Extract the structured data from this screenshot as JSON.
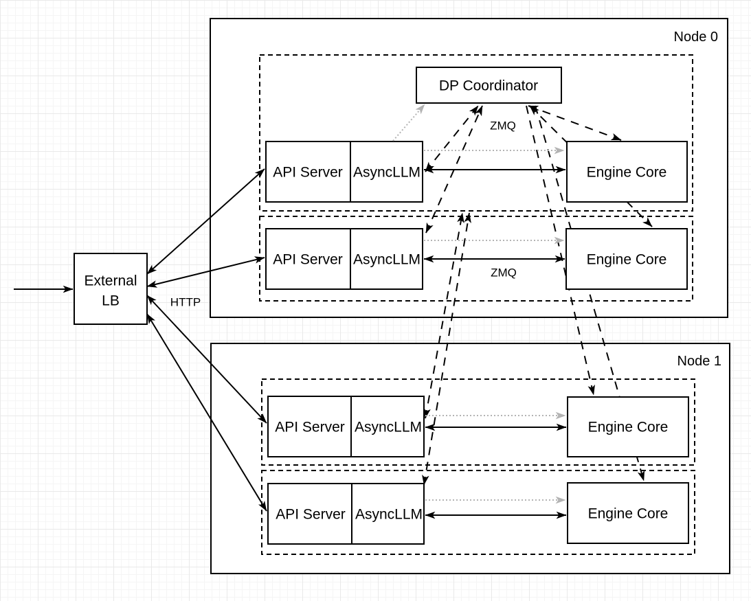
{
  "nodes": {
    "node0": {
      "label": "Node 0"
    },
    "node1": {
      "label": "Node 1"
    },
    "dp_coordinator": {
      "label": "DP Coordinator"
    },
    "external_lb": {
      "label": "External LB",
      "line1": "External",
      "line2": "LB"
    }
  },
  "cells": {
    "api_server": "API Server",
    "asyncllm": "AsyncLLM",
    "engine_core": "Engine Core"
  },
  "edge_labels": {
    "http": "HTTP",
    "zmq_coordinator": "ZMQ",
    "zmq_row2": "ZMQ"
  },
  "colors": {
    "stroke": "#000000",
    "gray_arrow": "#b3b3b3",
    "box_fill": "#ffffff",
    "grid_minor": "#f5f5f5",
    "grid_major": "#e9e9e9"
  }
}
